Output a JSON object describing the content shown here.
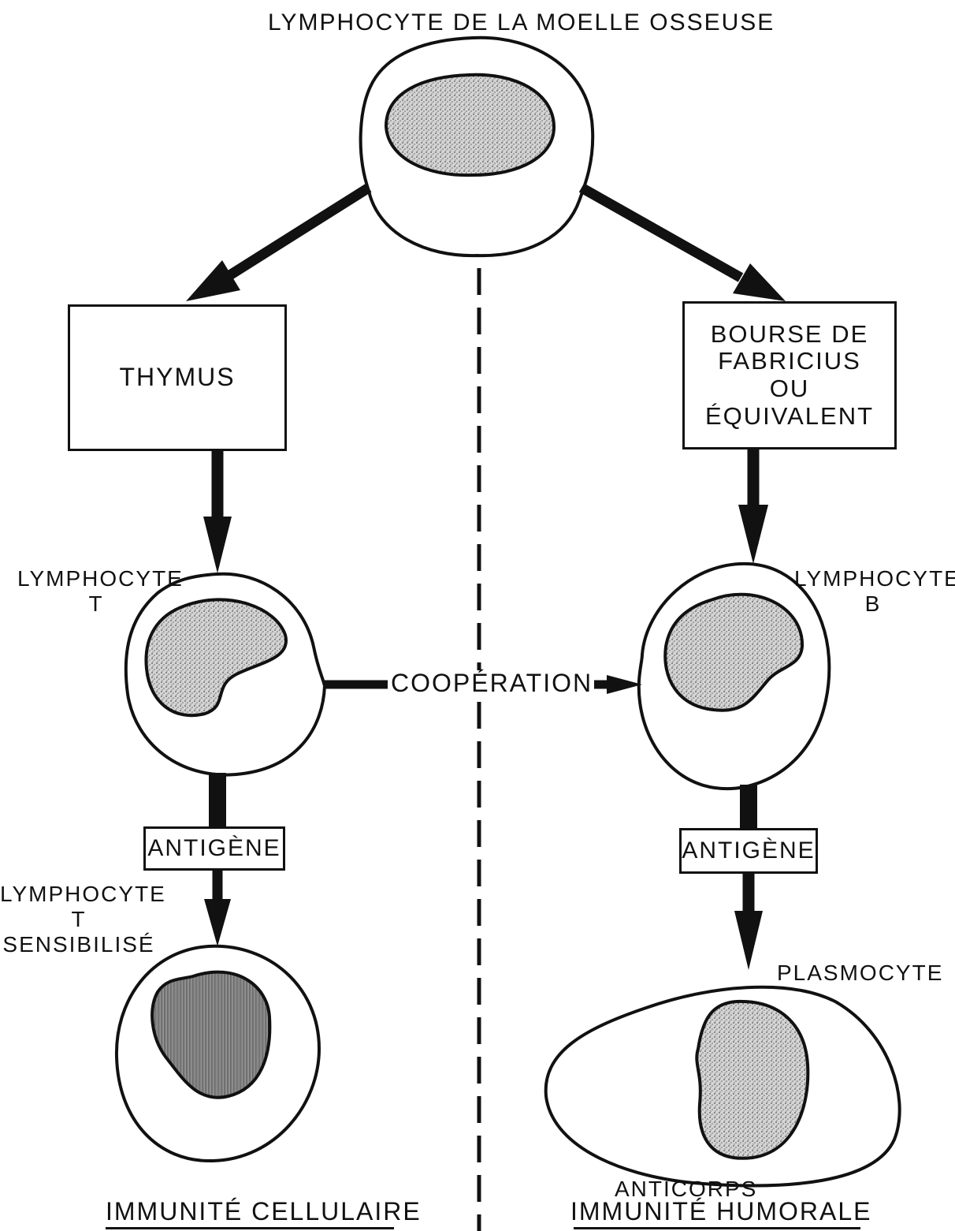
{
  "title": "LYMPHOCYTE DE LA MOELLE OSSEUSE",
  "left": {
    "organ_label": "THYMUS",
    "cell1_label": [
      "LYMPHOCYTE",
      "T"
    ],
    "antigen_label": "ANTIGÈNE",
    "cell2_label": [
      "LYMPHOCYTE",
      "T",
      "SENSIBILISÉ"
    ],
    "footer": "IMMUNITÉ CELLULAIRE"
  },
  "right": {
    "organ_label": [
      "BOURSE DE",
      "FABRICIUS",
      "OU",
      "ÉQUIVALENT"
    ],
    "cell1_label": [
      "LYMPHOCYTE",
      "B"
    ],
    "antigen_label": "ANTIGÈNE",
    "cell2_label": "PLASMOCYTE",
    "antibody_label": "ANTICORPS",
    "footer": "IMMUNITÉ HUMORALE"
  },
  "center": {
    "cooperation_label": "COOPÉRATION"
  },
  "colors": {
    "ink": "#111111",
    "nucleus_fill": "#b8b8b8",
    "background": "#ffffff"
  }
}
